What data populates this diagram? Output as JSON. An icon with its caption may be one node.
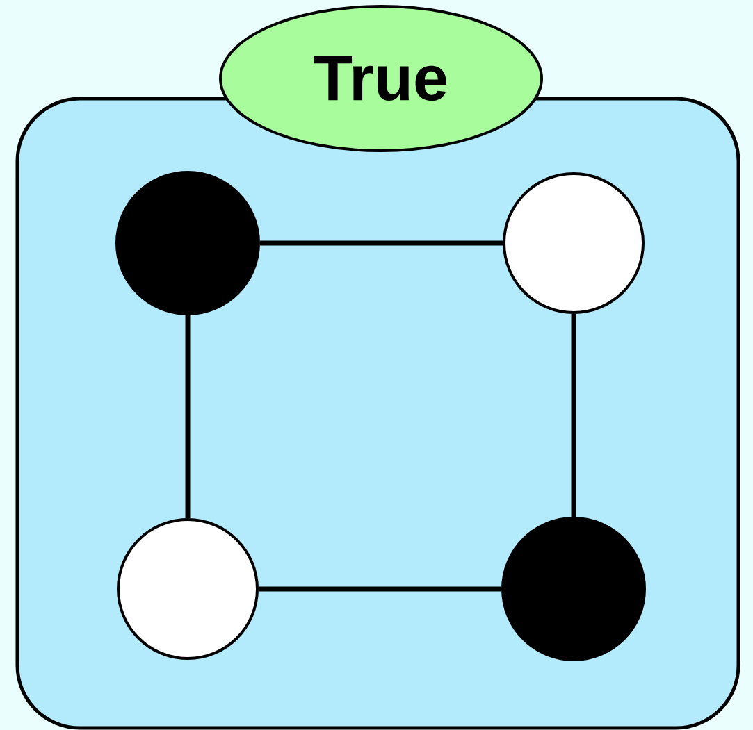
{
  "diagram": {
    "nodes": [
      {
        "text": [
          "True"
        ]
      },
      {
        "text": [],
        "shape": "box"
      },
      {
        "text": [],
        "shape": "circle",
        "in": 1
      },
      {
        "text": [],
        "shape": "circle",
        "in": 1
      },
      {
        "text": [],
        "shape": "circle",
        "in": 1
      },
      {
        "text": [],
        "shape": "circle",
        "in": 1
      }
    ],
    "edges": [
      {
        "from": 2,
        "to": 3,
        "arrow": "none"
      },
      {
        "from": 2,
        "to": 4,
        "arrow": "none"
      },
      {
        "from": 3,
        "to": 5,
        "arrow": "none"
      },
      {
        "from": 4,
        "to": 5,
        "arrow": "none"
      }
    ]
  }
}
